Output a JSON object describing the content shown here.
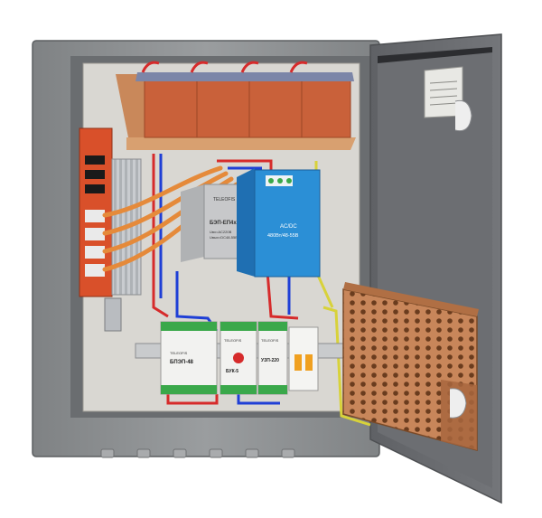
{
  "devices": {
    "psu_brand": "TELEOFIS",
    "psu_model": "БЭП-ЕП4х2",
    "psu_spec_1": "Uвх=AC220В",
    "psu_spec_2": "Uвых=DC48-55В",
    "dcdc_title": "AC/DC",
    "dcdc_spec": "480Вт/48-55В",
    "module_1_brand": "TELEOFIS",
    "module_1_name": "БПЭП-48",
    "module_2_brand": "TELEOFIS",
    "module_2_name": "БУК-5",
    "module_3_brand": "TELEOFIS",
    "module_3_name": "УЗП-220"
  },
  "colors": {
    "enclosure": "#8f9294",
    "back_panel": "#d9d7d2",
    "door_inner": "#6e7074",
    "batteries": "#c9613a",
    "battery_shelf": "#c9885a",
    "switch": "#d9502a",
    "patch_cables": "#e58a3a",
    "psu_box": "#2b8fd6",
    "heater_mesh": "#c8865a",
    "wire_red": "#d62b2b",
    "wire_blue": "#1f3fd6",
    "wire_yellow": "#d8d23a",
    "wire_green": "#3aa84a"
  }
}
